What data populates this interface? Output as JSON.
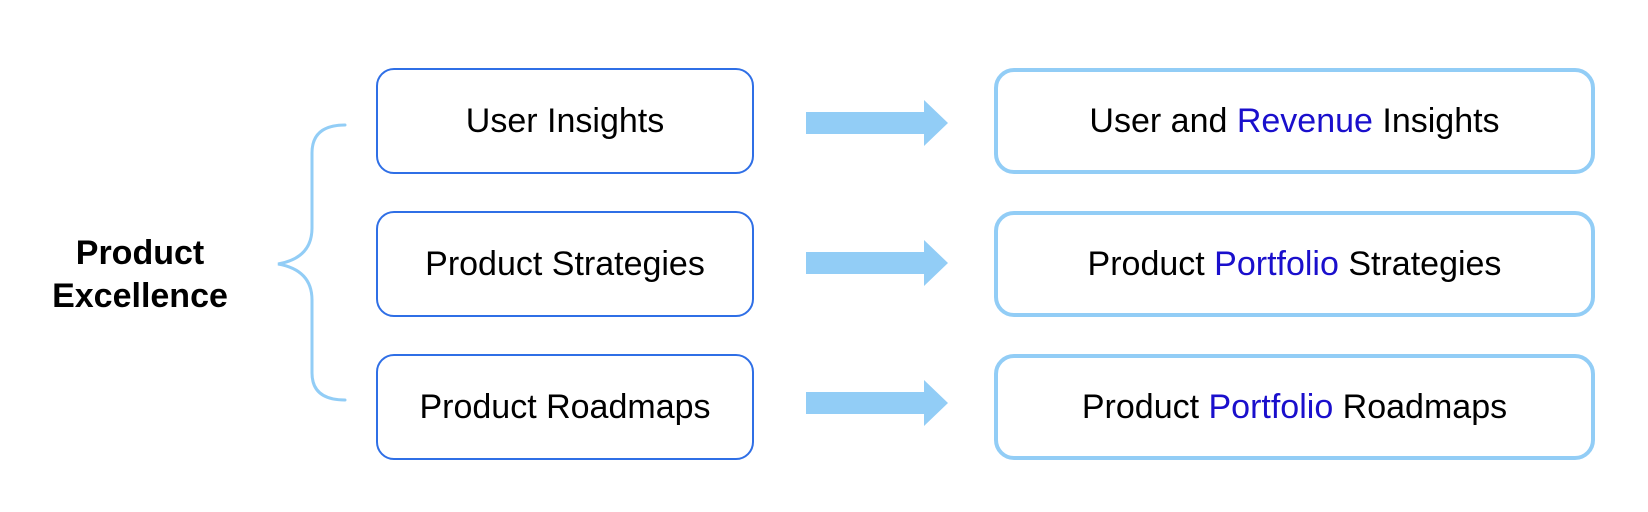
{
  "root": {
    "line1": "Product",
    "line2": "Excellence"
  },
  "current": [
    "User Insights",
    "Product Strategies",
    "Product Roadmaps"
  ],
  "target": [
    {
      "before": "User and ",
      "highlight": "Revenue",
      "after": " Insights"
    },
    {
      "before": "Product ",
      "highlight": "Portfolio",
      "after": " Strategies"
    },
    {
      "before": "Product ",
      "highlight": "Portfolio",
      "after": " Roadmaps"
    }
  ],
  "colors": {
    "left_border": "#2f6fe6",
    "right_border": "#92cdf6",
    "arrow": "#92cdf6",
    "brace": "#92cdf6",
    "highlight_text": "#1a0fcc"
  }
}
